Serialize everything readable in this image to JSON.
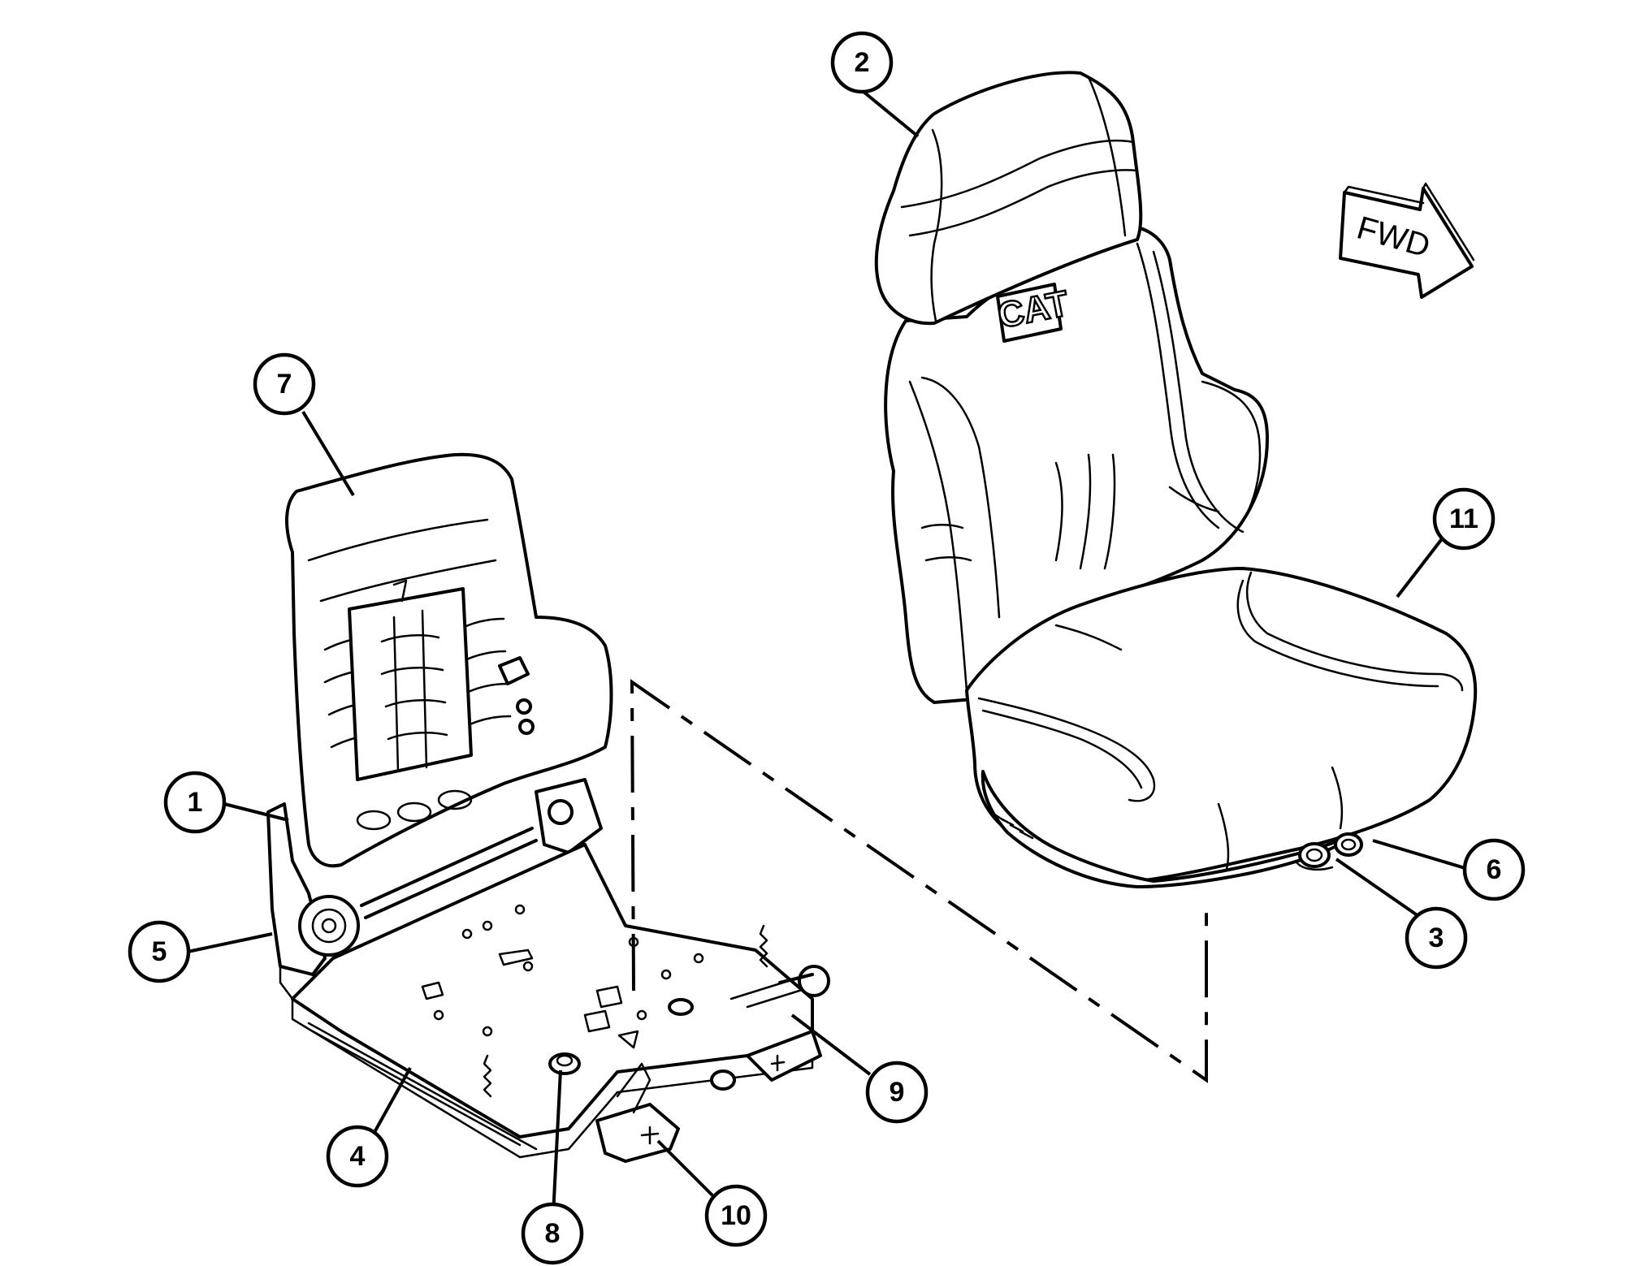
{
  "direction_arrow": {
    "label": "FWD"
  },
  "logo": {
    "text": "CAT"
  },
  "callouts": [
    {
      "id": "c1",
      "number": "1"
    },
    {
      "id": "c2",
      "number": "2"
    },
    {
      "id": "c3",
      "number": "3"
    },
    {
      "id": "c4",
      "number": "4"
    },
    {
      "id": "c5",
      "number": "5"
    },
    {
      "id": "c6",
      "number": "6"
    },
    {
      "id": "c7",
      "number": "7"
    },
    {
      "id": "c8",
      "number": "8"
    },
    {
      "id": "c9",
      "number": "9"
    },
    {
      "id": "c10",
      "number": "10"
    },
    {
      "id": "c11",
      "number": "11"
    }
  ]
}
